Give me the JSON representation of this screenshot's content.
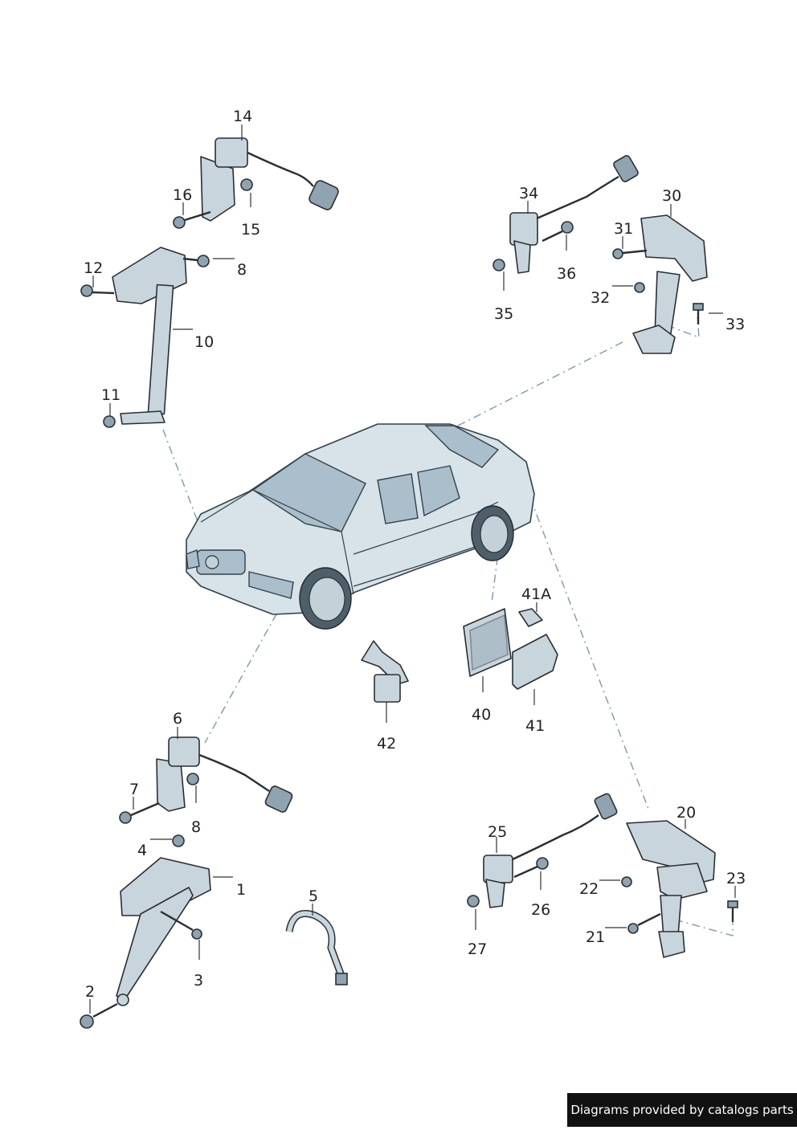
{
  "callouts": [
    {
      "id": "c-14",
      "text": "14"
    },
    {
      "id": "c-16",
      "text": "16"
    },
    {
      "id": "c-15",
      "text": "15"
    },
    {
      "id": "c-12",
      "text": "12"
    },
    {
      "id": "c-8a",
      "text": "8"
    },
    {
      "id": "c-10",
      "text": "10"
    },
    {
      "id": "c-11",
      "text": "11"
    },
    {
      "id": "c-34",
      "text": "34"
    },
    {
      "id": "c-30",
      "text": "30"
    },
    {
      "id": "c-31",
      "text": "31"
    },
    {
      "id": "c-36",
      "text": "36"
    },
    {
      "id": "c-35",
      "text": "35"
    },
    {
      "id": "c-32",
      "text": "32"
    },
    {
      "id": "c-33",
      "text": "33"
    },
    {
      "id": "c-41a",
      "text": "41A"
    },
    {
      "id": "c-40",
      "text": "40"
    },
    {
      "id": "c-41",
      "text": "41"
    },
    {
      "id": "c-42",
      "text": "42"
    },
    {
      "id": "c-6",
      "text": "6"
    },
    {
      "id": "c-7",
      "text": "7"
    },
    {
      "id": "c-8b",
      "text": "8"
    },
    {
      "id": "c-4",
      "text": "4"
    },
    {
      "id": "c-1",
      "text": "1"
    },
    {
      "id": "c-3",
      "text": "3"
    },
    {
      "id": "c-2",
      "text": "2"
    },
    {
      "id": "c-5",
      "text": "5"
    },
    {
      "id": "c-20",
      "text": "20"
    },
    {
      "id": "c-25",
      "text": "25"
    },
    {
      "id": "c-22",
      "text": "22"
    },
    {
      "id": "c-23",
      "text": "23"
    },
    {
      "id": "c-26",
      "text": "26"
    },
    {
      "id": "c-21",
      "text": "21"
    },
    {
      "id": "c-27",
      "text": "27"
    }
  ],
  "credit": {
    "text": "Diagrams provided by catalogs parts"
  },
  "colors": {
    "part_fill": "#c9d5dd",
    "line": "#2a2f33",
    "dash": "#7d99ab",
    "credit_bg": "#111111"
  }
}
